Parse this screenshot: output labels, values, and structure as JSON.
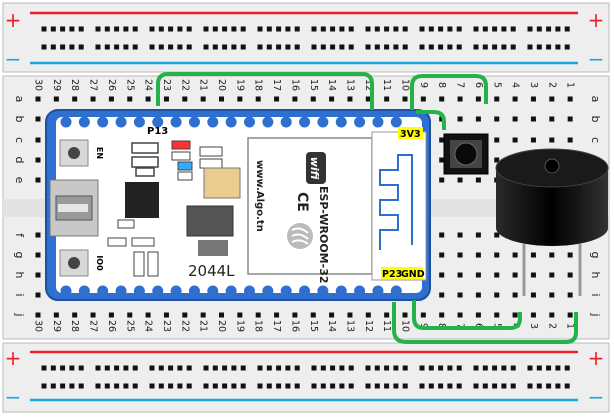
{
  "rail": {
    "plus": "+",
    "minus": "−"
  },
  "breadboard": {
    "columns": [
      "30",
      "29",
      "28",
      "27",
      "26",
      "25",
      "24",
      "23",
      "22",
      "21",
      "20",
      "19",
      "18",
      "17",
      "16",
      "15",
      "14",
      "13",
      "12",
      "11",
      "10",
      "9",
      "8",
      "7",
      "6",
      "5",
      "4",
      "3",
      "2",
      "1"
    ],
    "rows_top": [
      "a",
      "b",
      "c",
      "d",
      "e"
    ],
    "rows_bottom": [
      "f",
      "g",
      "h",
      "i",
      "j"
    ]
  },
  "board": {
    "pin_label_top": "P13",
    "pin_label_3v3": "3V3",
    "pin_label_p23": "P23",
    "pin_label_gnd": "GND",
    "button_en": "EN",
    "button_io0": "IO0",
    "website": "www.Algo.tn",
    "module_name": "ESP-WROOM-32",
    "ce_mark": "CE",
    "wifi_logo": "wifi",
    "regulator_text": "2044L"
  },
  "colors": {
    "rail_red": "#e8212a",
    "rail_blue": "#1aa7e0",
    "board_blue": "#2e6fd0",
    "wire_green": "#23b34a",
    "pin_label_bg": "#ffff00"
  }
}
